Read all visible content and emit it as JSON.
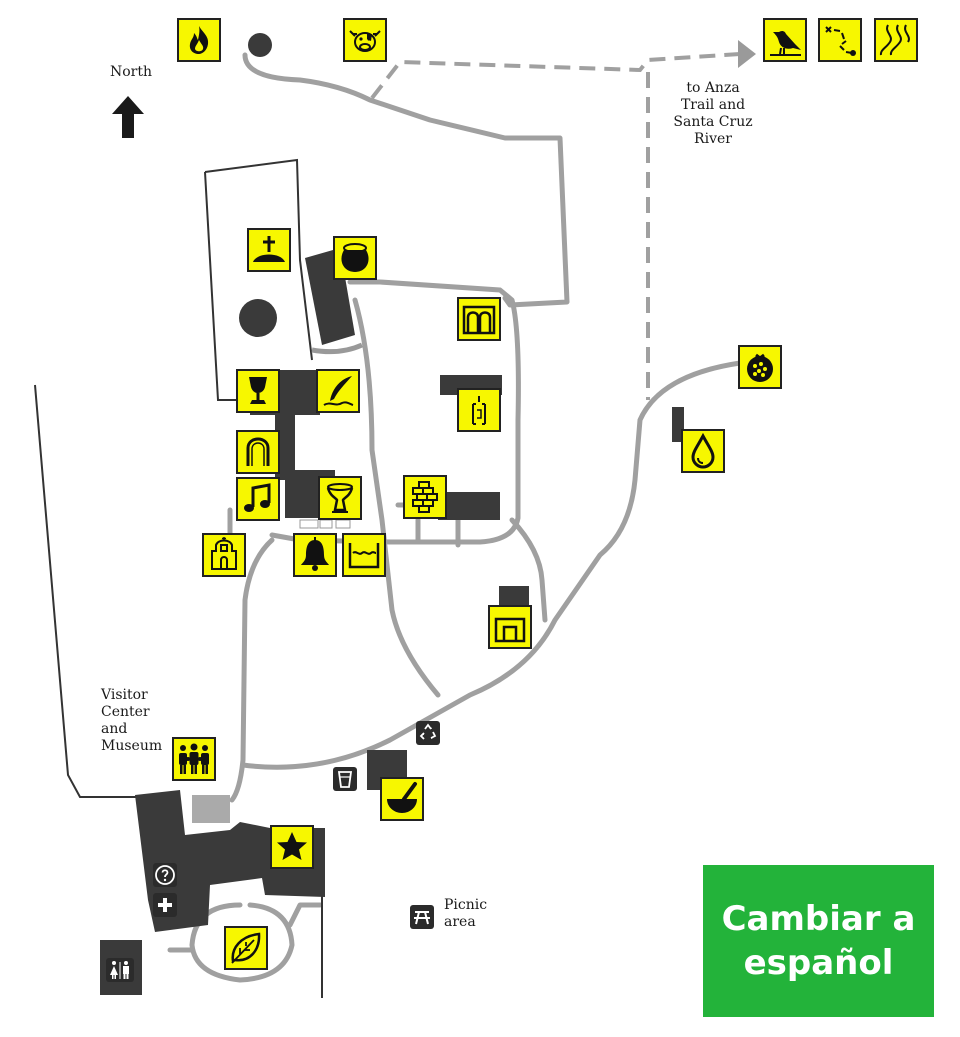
{
  "labels": {
    "north": "North",
    "anza_trail": [
      "to Anza",
      "Trail and",
      "Santa Cruz",
      "River"
    ],
    "visitor_center": [
      "Visitor",
      "Center",
      "and",
      "Museum"
    ],
    "picnic": [
      "Picnic",
      "area"
    ]
  },
  "language_button": {
    "label": "Cambiar a español"
  },
  "colors": {
    "marker_fill": "#f7f700",
    "building": "#3a3a3a",
    "path": "#a0a0a0",
    "button_green": "#23b33a"
  },
  "markers": [
    {
      "icon": "fire-icon"
    },
    {
      "icon": "cow-icon"
    },
    {
      "icon": "bird-icon"
    },
    {
      "icon": "trail-map-icon"
    },
    {
      "icon": "river-icon"
    },
    {
      "icon": "grave-cross-icon"
    },
    {
      "icon": "pot-icon"
    },
    {
      "icon": "arches-icon"
    },
    {
      "icon": "pomegranate-icon"
    },
    {
      "icon": "water-drop-icon"
    },
    {
      "icon": "chalice-icon"
    },
    {
      "icon": "quill-icon"
    },
    {
      "icon": "doorway-icon"
    },
    {
      "icon": "candle-icon"
    },
    {
      "icon": "music-note-icon"
    },
    {
      "icon": "baptismal-font-icon"
    },
    {
      "icon": "adobe-blocks-icon"
    },
    {
      "icon": "mission-church-icon"
    },
    {
      "icon": "bell-icon"
    },
    {
      "icon": "water-tank-icon"
    },
    {
      "icon": "oven-icon"
    },
    {
      "icon": "people-group-icon"
    },
    {
      "icon": "mortar-pestle-icon"
    },
    {
      "icon": "star-icon"
    },
    {
      "icon": "leaf-icon"
    }
  ],
  "services": [
    {
      "icon": "recycle-icon"
    },
    {
      "icon": "drinking-water-icon"
    },
    {
      "icon": "information-icon"
    },
    {
      "icon": "first-aid-icon"
    },
    {
      "icon": "restroom-icon"
    },
    {
      "icon": "picnic-table-icon"
    }
  ]
}
